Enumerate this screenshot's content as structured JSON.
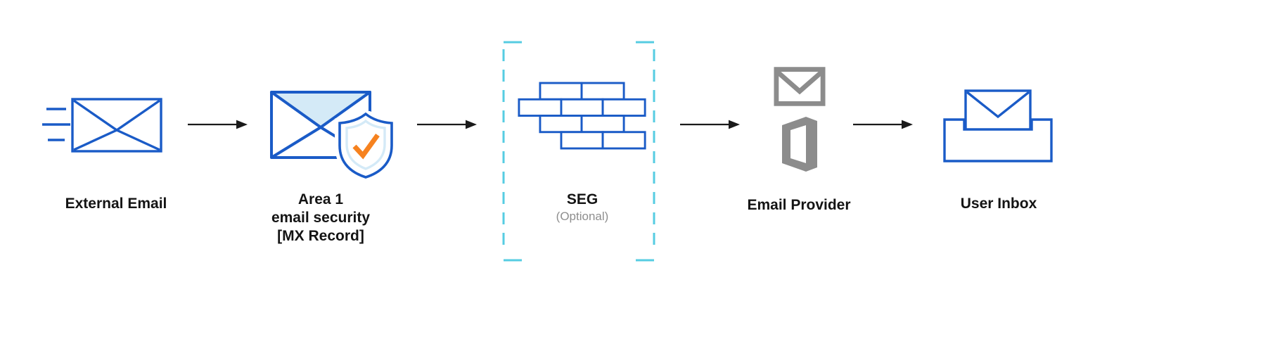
{
  "colors": {
    "blue": "#1a5bc7",
    "lightblue": "#d4eaf7",
    "cyan": "#56cce2",
    "orange": "#f6821f",
    "gray": "#8c8c8c",
    "text": "#141414",
    "muted": "#8e8e8e",
    "arrow": "#1a1a1a",
    "bg": "#ffffff"
  },
  "nodes": {
    "external": {
      "label": "External Email",
      "icon": "incoming-email-icon"
    },
    "area1": {
      "line1": "Area 1",
      "line2": "email security",
      "line3": "[MX Record]",
      "icon": "email-shield-check-icon"
    },
    "seg": {
      "label": "SEG",
      "sublabel": "(Optional)",
      "icon": "firewall-brick-icon",
      "boundary": "dashed-optional-boundary"
    },
    "provider": {
      "label": "Email Provider",
      "icon_top": "gmail-icon",
      "icon_bottom": "office-icon"
    },
    "inbox": {
      "label": "User Inbox",
      "icon": "inbox-envelope-icon"
    }
  },
  "flow": {
    "arrow_count": 4,
    "direction": "left-to-right"
  }
}
